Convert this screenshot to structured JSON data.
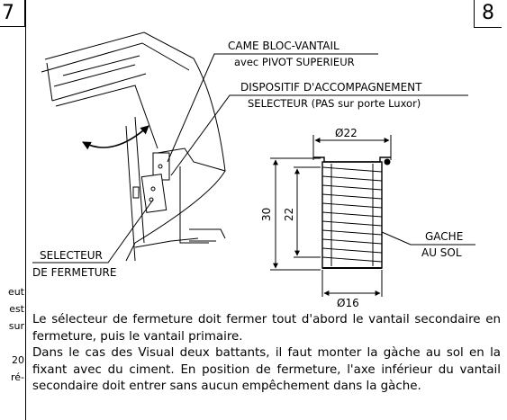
{
  "page_numbers": {
    "left": "7",
    "right": "8"
  },
  "side_fragments": [
    "eut",
    "est",
    "sur",
    "20",
    "ré-"
  ],
  "callouts": {
    "came_line1": "CAME BLOC-VANTAIL",
    "came_line2": "avec PIVOT SUPERIEUR",
    "dispositif_line1": "DISPOSITIF D'ACCOMPAGNEMENT",
    "dispositif_line2": "SELECTEUR (PAS sur porte Luxor)",
    "gache_line1": "GACHE",
    "gache_line2": "AU SOL",
    "selecteur_line1": "SELECTEUR",
    "selecteur_line2": "DE FERMETURE"
  },
  "dimensions": {
    "top": "Ø22",
    "bottom": "Ø16",
    "outer_height": "30",
    "inner_height": "22"
  },
  "body": {
    "p1": "Le sélecteur de fermeture doit fermer tout d'abord le vantail secondaire en fermeture, puis le vantail  primaire.",
    "p2": "Dans le cas des Visual deux battants, il faut monter la gàche au sol en la fixant avec du ciment. En position de fermeture, l'axe inférieur du vantail secondaire doit entrer sans aucun empêchement dans la gàche."
  }
}
